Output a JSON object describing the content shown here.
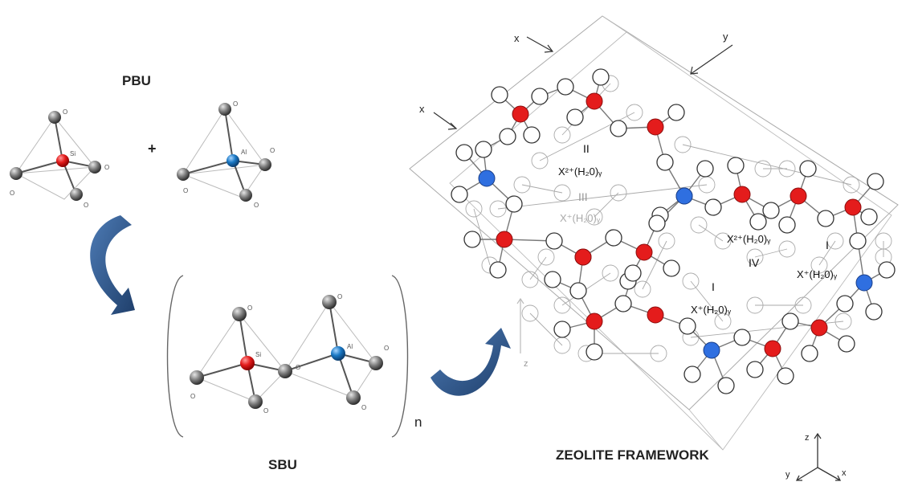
{
  "pbu": {
    "title": "PBU",
    "plus": "+",
    "si_label": "Si",
    "al_label": "Al",
    "o_label": "O"
  },
  "sbu": {
    "title": "SBU",
    "subscript": "n",
    "si_label": "Si",
    "al_label": "Al",
    "o_label": "O"
  },
  "framework": {
    "title": "ZEOLITE FRAMEWORK",
    "axis_x": "x",
    "axis_y": "y",
    "axis_z": "z",
    "sites": [
      {
        "roman": "II",
        "formula": "X²⁺(H₂0)ᵧ"
      },
      {
        "roman": "III",
        "formula": "X⁺(H₂0)ᵧ"
      },
      {
        "roman": "IV",
        "formula": "X²⁺(H₂0)ᵧ"
      },
      {
        "roman": "I",
        "formula": "X⁺(H₂0)ᵧ"
      },
      {
        "roman": "I",
        "formula": "X⁺(H₂0)ᵧ"
      }
    ]
  },
  "colors": {
    "silicon": "#e41c1c",
    "aluminium": "#2f6fe0",
    "oxygen": "#777777",
    "arrow": "#2e5a8e"
  }
}
